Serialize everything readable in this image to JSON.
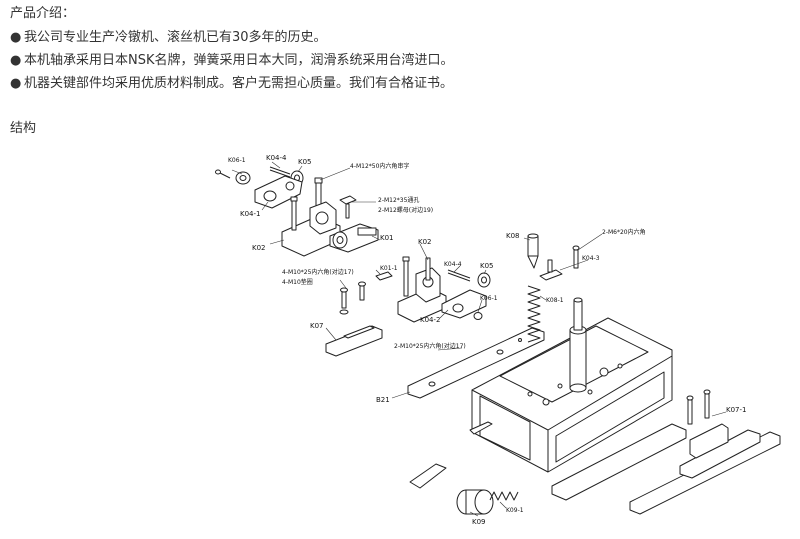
{
  "intro": {
    "title": "产品介绍：",
    "bullets": [
      "我公司专业生产冷镦机、滚丝机已有30多年的历史。",
      "本机轴承采用日本NSK名牌，弹簧采用日本大同，润滑系统采用台湾进口。",
      "机器关键部件均采用优质材料制成。客户无需担心质量。我们有合格证书。"
    ],
    "bullet_symbol": "●"
  },
  "section": {
    "title": "结构"
  },
  "labels": {
    "k06_1a": "K06-1",
    "k04_4a": "K04-4",
    "k05a": "K05",
    "m12x50": "4-M12*50内六角串字",
    "k04_1": "K04-1",
    "m12x35": "2-M12*35通孔",
    "m12nut": "2-M12螺母(对边19)",
    "k02a": "K02",
    "k01": "K01",
    "k02b": "K02",
    "k04_4b": "K04-4",
    "k05b": "K05",
    "k01_1": "K01-1",
    "m10x25a": "4-M10*25内六角(对边17)",
    "m10washer": "4-M10垫圈",
    "k06_1b": "K06-1",
    "k04_2": "K04-2",
    "k07": "K07",
    "m10x25b": "2-M10*25内六角(对边17)",
    "k08": "K08",
    "k08_1": "K08-1",
    "m6x20": "2-M6*20内六角",
    "k04_3": "K04-3",
    "b21": "B21",
    "k07_1": "K07-1",
    "k09": "K09",
    "k09_1": "K09-1"
  }
}
